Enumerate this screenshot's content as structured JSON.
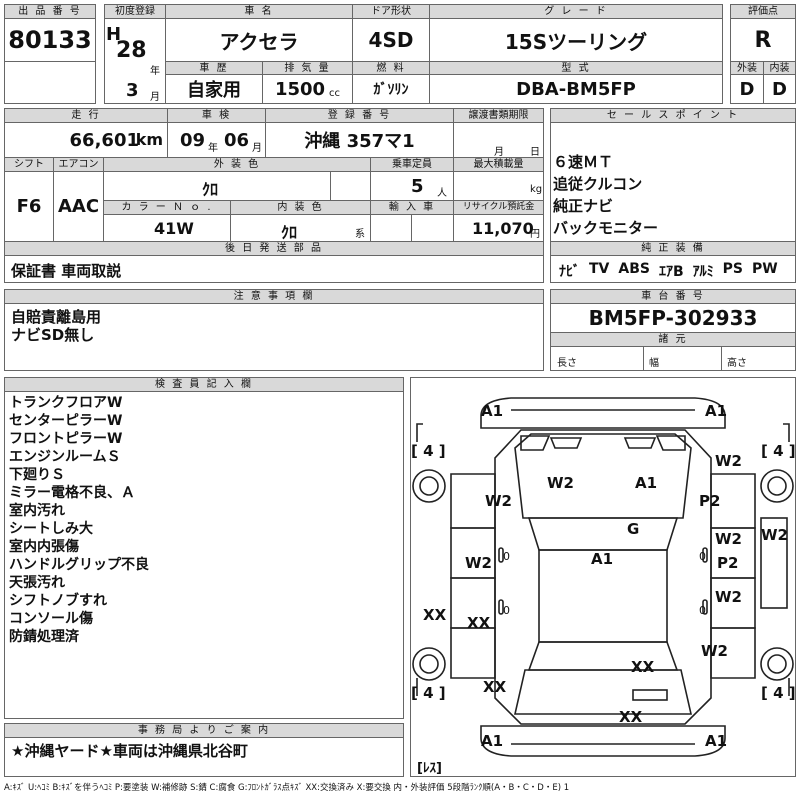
{
  "header": {
    "lot_label": "出 品 番 号",
    "lot_no": "80133",
    "first_reg_label": "初度登録",
    "era": "H",
    "year": "28",
    "year_unit": "年",
    "month": "3",
    "month_unit": "月",
    "name_label": "車 名",
    "car_name": "アクセラ",
    "door_label": "ドア形状",
    "door": "4SD",
    "grade_label": "グ レ ー ド",
    "grade": "15Sツーリング",
    "rating_label": "評価点",
    "rating": "R",
    "history_label": "車 歴",
    "history": "自家用",
    "displacement_label": "排 気 量",
    "displacement": "1500",
    "displacement_unit": "cc",
    "fuel_label": "燃 料",
    "fuel": "ｶﾞｿﾘﾝ",
    "model_label": "型 式",
    "model": "DBA-BM5FP",
    "exterior_label": "外装",
    "exterior": "D",
    "interior_label": "内装",
    "interior": "D"
  },
  "row2": {
    "mileage_label": "走 行",
    "mileage": "66,601",
    "mileage_unit": "km",
    "inspection_label": "車 検",
    "inspection_year": "09",
    "inspection_year_unit": "年",
    "inspection_month": "06",
    "inspection_month_unit": "月",
    "reg_label": "登 録 番 号",
    "reg_no": "沖縄 357マ1",
    "transfer_label": "譲渡書類期限",
    "transfer_month_unit": "月",
    "transfer_day_unit": "日",
    "shift_label": "シフト",
    "shift": "F6",
    "ac_label": "エアコン",
    "ac": "AAC",
    "color_label": "外 装 色",
    "color": "ｸﾛ",
    "capacity_label": "乗車定員",
    "capacity": "5",
    "capacity_unit": "人",
    "load_label": "最大積載量",
    "load_unit": "kg",
    "color_no_label": "カ ラ ー Ｎ ｏ .",
    "color_no": "41W",
    "int_color_label": "内 装 色",
    "int_color": "ｸﾛ",
    "int_color_unit": "系",
    "import_label": "輸 入 車",
    "recycle_label": "リサイクル預託金",
    "recycle": "11,070",
    "recycle_unit": "円"
  },
  "sales": {
    "label": "セ ー ル ス ポ イ ン ト",
    "lines": [
      "６速ＭＴ",
      "追従クルコン",
      "純正ナビ",
      "バックモニター"
    ]
  },
  "equipment": {
    "label": "純 正 装 備",
    "items": [
      "ﾅﾋﾞ",
      "TV",
      "ABS",
      "ｴｱB",
      "ｱﾙﾐ",
      "PS",
      "PW"
    ]
  },
  "later_parts": {
    "label": "後 日 発 送 部 品",
    "text": "保証書 車両取説"
  },
  "caution": {
    "label": "注 意 事 項 欄",
    "lines": [
      "自賠責離島用",
      "ナビSD無し"
    ]
  },
  "chassis": {
    "label": "車 台 番 号",
    "number": "BM5FP-302933",
    "dims_label": "諸 元",
    "length_label": "長さ",
    "width_label": "幅",
    "height_label": "高さ"
  },
  "inspector": {
    "label": "検 査 員 記 入 欄",
    "lines": [
      "トランクフロアW",
      "センターピラーW",
      "フロントピラーW",
      "エンジンルームＳ",
      "下廻りＳ",
      "ミラー電格不良、Ａ",
      "室内汚れ",
      "シートしみ大",
      "室内内張傷",
      "ハンドルグリップ不良",
      "天張汚れ",
      "シフトノブすれ",
      "コンソール傷",
      "防錆処理済"
    ]
  },
  "diagram": {
    "marks": [
      {
        "id": "a1-top-left",
        "text": "A1"
      },
      {
        "id": "a1-top-right",
        "text": "A1"
      },
      {
        "id": "tire-fl",
        "text": "[ 4 ]"
      },
      {
        "id": "tire-fr",
        "text": "[ 4 ]"
      },
      {
        "id": "tire-rl",
        "text": "[ 4 ]"
      },
      {
        "id": "tire-rr",
        "text": "[ 4 ]"
      },
      {
        "id": "w2-hood-left",
        "text": "W2"
      },
      {
        "id": "a1-hood",
        "text": "A1"
      },
      {
        "id": "w2-fender-fr",
        "text": "W2"
      },
      {
        "id": "w2-fender-fl",
        "text": "W2"
      },
      {
        "id": "p2-fender-fr",
        "text": "P2"
      },
      {
        "id": "g-windshield",
        "text": "G"
      },
      {
        "id": "w2-pillar-r",
        "text": "W2"
      },
      {
        "id": "w2-edge-r",
        "text": "W2"
      },
      {
        "id": "w2-door-fl",
        "text": "W2"
      },
      {
        "id": "a1-roof",
        "text": "A1"
      },
      {
        "id": "p2-door-fr",
        "text": "P2"
      },
      {
        "id": "w2-door-rr",
        "text": "W2"
      },
      {
        "id": "xx-wheel-rl",
        "text": "XX"
      },
      {
        "id": "xx-door-rl",
        "text": "XX"
      },
      {
        "id": "w2-fender-rr",
        "text": "W2"
      },
      {
        "id": "xx-trunk",
        "text": "XX"
      },
      {
        "id": "xx-quarter-rl",
        "text": "XX"
      },
      {
        "id": "xx-bumper-r",
        "text": "XX"
      },
      {
        "id": "a1-bottom-left",
        "text": "A1"
      },
      {
        "id": "a1-bottom-right",
        "text": "A1"
      },
      {
        "id": "les",
        "text": "[ﾚｽ]"
      }
    ]
  },
  "office": {
    "label": "事 務 局 よ り ご 案 内",
    "text": "★沖縄ヤード★車両は沖縄県北谷町"
  },
  "legend": "A:ｷｽﾞ U:ﾍｺﾐ B:ｷｽﾞを伴うﾍｺﾐ P:要塗装 W:補修跡 S:錆 C:腐食 G:ﾌﾛﾝﾄｶﾞﾗｽ点ｷｽﾞ XX:交換済み X:要交換 内・外装評価 5段階ﾗﾝｸ順(A・B・C・D・E) 1"
}
